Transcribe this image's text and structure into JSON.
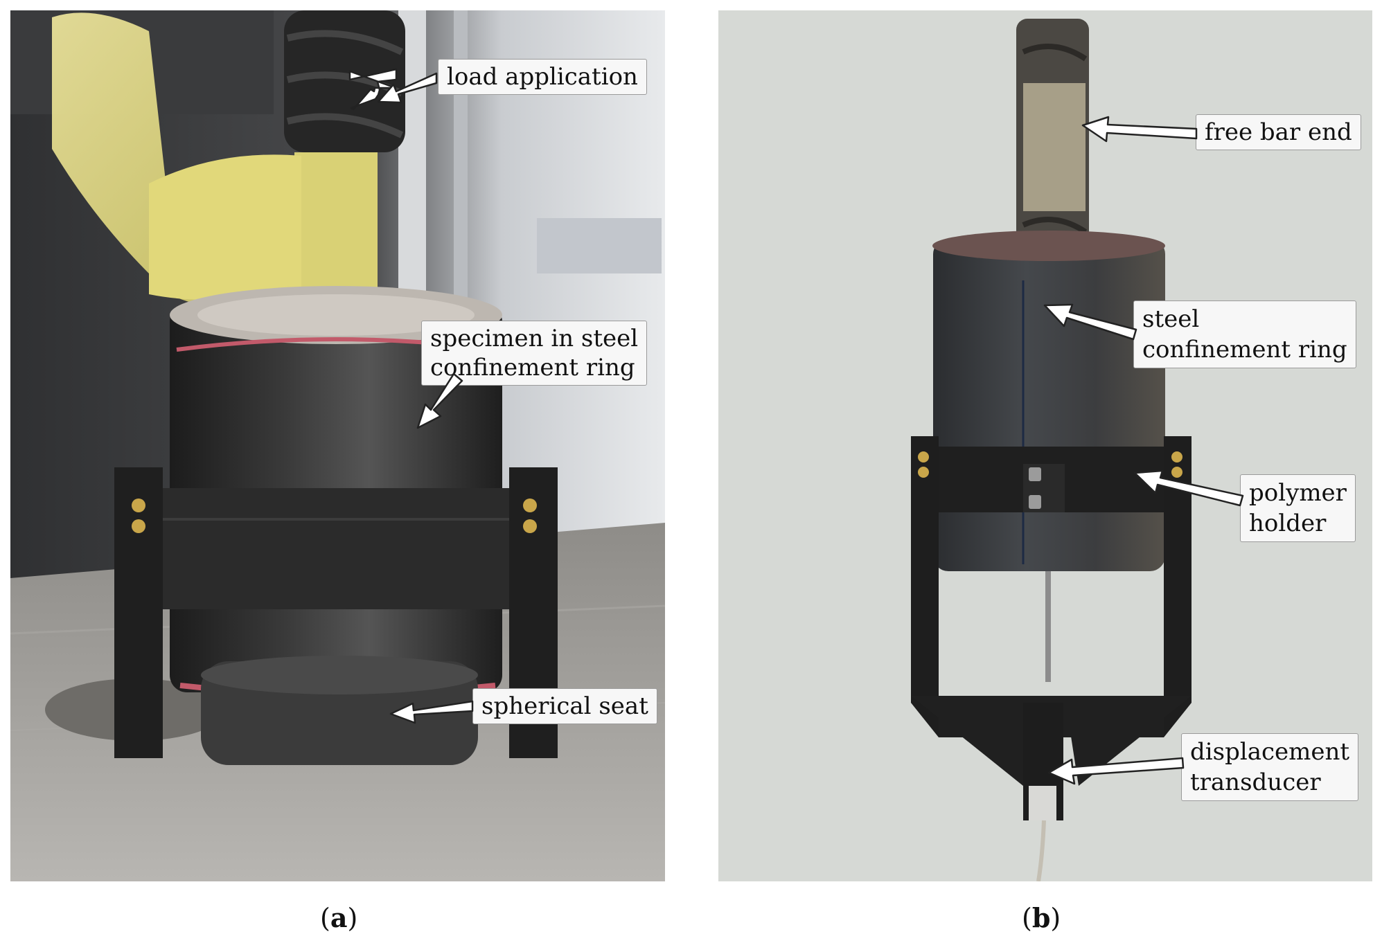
{
  "panel_a": {
    "labels": {
      "load_application": "load application",
      "specimen_line1": "specimen in steel",
      "specimen_line2": "confinement ring",
      "spherical_seat": "spherical seat"
    },
    "caption": {
      "open": "(",
      "letter": "a",
      "close": ")"
    }
  },
  "panel_b": {
    "labels": {
      "free_bar_end": "free bar end",
      "steel_line1": "steel",
      "steel_line2": "confinement ring",
      "polymer_line1": "polymer",
      "polymer_line2": "holder",
      "displacement_line1": "displacement",
      "displacement_line2": "transducer"
    },
    "caption": {
      "open": "(",
      "letter": "b",
      "close": ")"
    }
  },
  "colors": {
    "label_background": "#f7f7f7",
    "label_border": "#9a9a9a",
    "arrow_fill": "#ffffff",
    "arrow_stroke": "#222222"
  }
}
